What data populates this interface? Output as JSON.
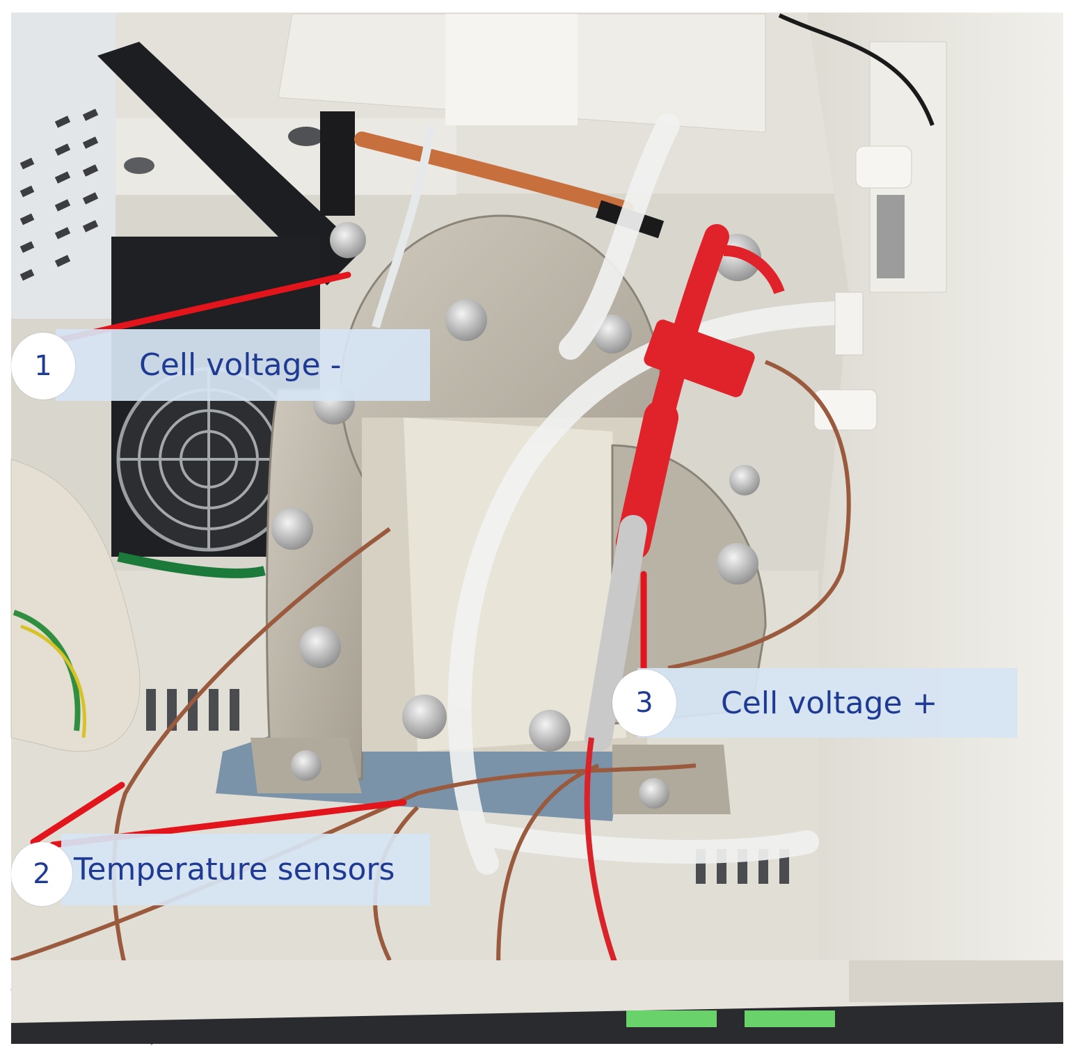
{
  "photo": {
    "subject": "electrolysis-cell-test-rig",
    "colors": {
      "housing": "#e9e7e1",
      "interior": "#d6d3cb",
      "cell_plate": "#b8b2a6",
      "tubing": "#eef0ee",
      "red_probe": "#e0232b",
      "wire_brown": "#9a5a3e",
      "callout_line": "#e3151c",
      "label_bg": "#d6e4f3",
      "label_text": "#1f3a93"
    }
  },
  "annotations": [
    {
      "number": "1",
      "label": "Cell voltage -"
    },
    {
      "number": "2",
      "label": "Temperature sensors"
    },
    {
      "number": "3",
      "label": "Cell voltage +"
    }
  ]
}
